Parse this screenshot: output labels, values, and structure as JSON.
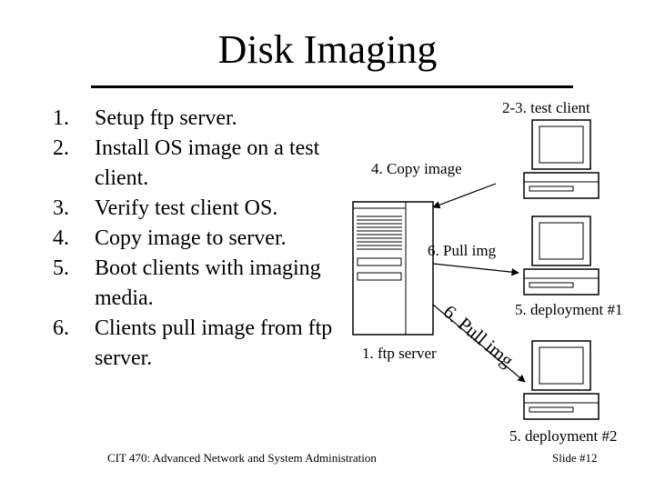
{
  "title": "Disk Imaging",
  "steps": [
    {
      "number": "1.",
      "text": "Setup ftp server."
    },
    {
      "number": "2.",
      "text": "Install OS image on a test client."
    },
    {
      "number": "3.",
      "text": "Verify test client OS."
    },
    {
      "number": "4.",
      "text": "Copy image to server."
    },
    {
      "number": "5.",
      "text": "Boot clients with imaging media."
    },
    {
      "number": "6.",
      "text": "Clients pull image from ftp server."
    }
  ],
  "diagram": {
    "labels": {
      "test_client": "2-3. test client",
      "copy_image": "4. Copy image",
      "pull_img_1": "6. Pull img",
      "pull_img_2": "6. Pull img",
      "deployment_1": "5. deployment #1",
      "ftp_server": "1. ftp server",
      "deployment_2": "5. deployment #2"
    },
    "nodes": [
      {
        "name": "ftp-server",
        "icon": "server-tower-icon"
      },
      {
        "name": "test-client",
        "icon": "desktop-computer-icon"
      },
      {
        "name": "deployment-1",
        "icon": "desktop-computer-icon"
      },
      {
        "name": "deployment-2",
        "icon": "desktop-computer-icon"
      }
    ]
  },
  "footer": {
    "course": "CIT 470: Advanced Network and System Administration",
    "slide": "Slide #12"
  }
}
